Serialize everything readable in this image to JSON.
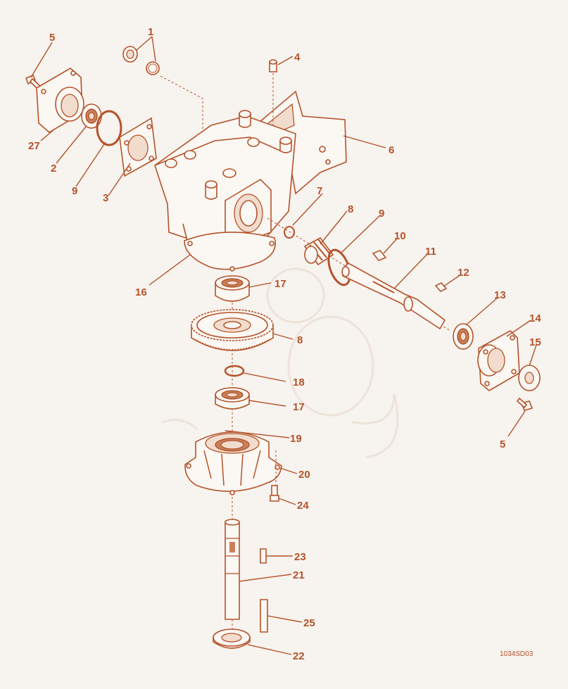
{
  "drawing_code": "1034SD03",
  "colors": {
    "line": "#b4532a",
    "background": "#f7f3ef",
    "fill": "#fbf7f3"
  },
  "callouts": [
    {
      "id": "c1",
      "text": "1"
    },
    {
      "id": "c4",
      "text": "4"
    },
    {
      "id": "c5a",
      "text": "5"
    },
    {
      "id": "c27",
      "text": "27"
    },
    {
      "id": "c2",
      "text": "2"
    },
    {
      "id": "c9a",
      "text": "9"
    },
    {
      "id": "c3",
      "text": "3"
    },
    {
      "id": "c6",
      "text": "6"
    },
    {
      "id": "c7",
      "text": "7"
    },
    {
      "id": "c8a",
      "text": "8"
    },
    {
      "id": "c9b",
      "text": "9"
    },
    {
      "id": "c10",
      "text": "10"
    },
    {
      "id": "c11",
      "text": "11"
    },
    {
      "id": "c12",
      "text": "12"
    },
    {
      "id": "c13",
      "text": "13"
    },
    {
      "id": "c14",
      "text": "14"
    },
    {
      "id": "c15",
      "text": "15"
    },
    {
      "id": "c5b",
      "text": "5"
    },
    {
      "id": "c16",
      "text": "16"
    },
    {
      "id": "c17a",
      "text": "17"
    },
    {
      "id": "c8b",
      "text": "8"
    },
    {
      "id": "c18",
      "text": "18"
    },
    {
      "id": "c17b",
      "text": "17"
    },
    {
      "id": "c19",
      "text": "19"
    },
    {
      "id": "c20",
      "text": "20"
    },
    {
      "id": "c24",
      "text": "24"
    },
    {
      "id": "c23",
      "text": "23"
    },
    {
      "id": "c21",
      "text": "21"
    },
    {
      "id": "c25",
      "text": "25"
    },
    {
      "id": "c22",
      "text": "22"
    }
  ]
}
